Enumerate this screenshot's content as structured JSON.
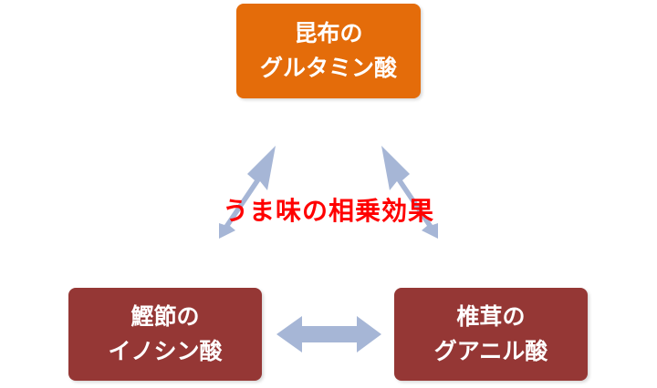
{
  "colors": {
    "top_box": "#e46c0a",
    "bottom_box": "#953735",
    "arrow_fill": "#a6b6d6",
    "center_text": "#ff0000"
  },
  "boxes": {
    "kombu": {
      "line1": "昆布の",
      "line2": "グルタミン酸"
    },
    "katsuobushi": {
      "line1": "鰹節の",
      "line2": "イノシン酸"
    },
    "shiitake": {
      "line1": "椎茸の",
      "line2": "グアニル酸"
    }
  },
  "center_label": "うま味の相乗効果",
  "arrows": [
    {
      "from": "kombu",
      "to": "katsuobushi",
      "type": "double-arrow-icon"
    },
    {
      "from": "kombu",
      "to": "shiitake",
      "type": "double-arrow-icon"
    },
    {
      "from": "katsuobushi",
      "to": "shiitake",
      "type": "double-arrow-icon"
    }
  ]
}
